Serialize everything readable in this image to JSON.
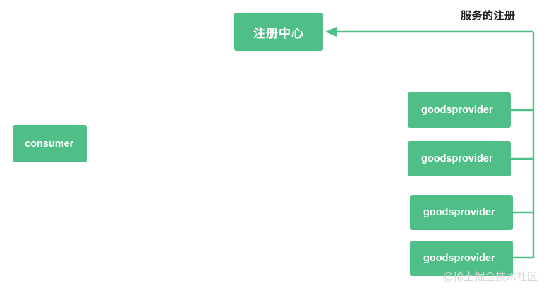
{
  "diagram": {
    "title_label": "服务的注册",
    "background_color": "#ffffff",
    "node_color": "#4fbf87",
    "line_color": "#4fbf87",
    "label_color": "#1a1a1a",
    "nodes": {
      "registry": {
        "label": "注册中心"
      },
      "consumer": {
        "label": "consumer"
      },
      "providers": [
        {
          "label": "goodsprovider"
        },
        {
          "label": "goodsprovider"
        },
        {
          "label": "goodsprovider"
        },
        {
          "label": "goodsprovider"
        }
      ]
    }
  },
  "watermark": {
    "text": "@稀土掘金技术社区"
  }
}
